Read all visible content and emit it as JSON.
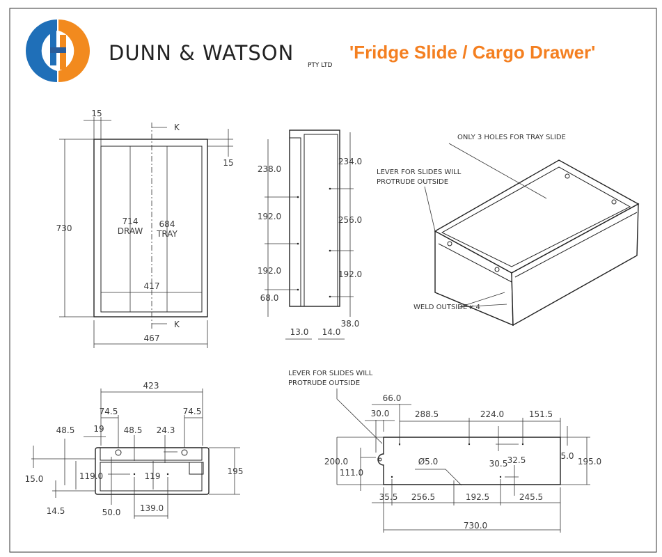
{
  "header": {
    "company": "DUNN & WATSON",
    "company_suffix": "PTY LTD",
    "title": "'Fridge Slide / Cargo Drawer'",
    "colors": {
      "title": "#f47f20",
      "logo_blue": "#1f6fb8",
      "logo_orange": "#f28a1e"
    }
  },
  "front_view": {
    "section_mark": "K",
    "dims": {
      "top_flange": "15",
      "right_flange": "15",
      "height": "730",
      "draw_depth": "714",
      "draw_label": "DRAW",
      "tray_depth": "684",
      "tray_label": "TRAY",
      "inner_width": "417",
      "outer_width": "467"
    }
  },
  "side_view": {
    "left_dims": [
      "238.0",
      "192.0",
      "192.0",
      "68.0"
    ],
    "right_dims": [
      "234.0",
      "256.0",
      "192.0",
      "38.0"
    ],
    "bottom_dims": [
      "13.0",
      "14.0"
    ]
  },
  "iso_view": {
    "note_holes": "ONLY 3 HOLES FOR TRAY SLIDE",
    "note_lever_1": "LEVER FOR SLIDES WILL",
    "note_lever_2": "PROTRUDE OUTSIDE",
    "note_weld": "WELD OUTSIDE x 4"
  },
  "end_view": {
    "dims": {
      "overall": "423",
      "left_hole": "74.5",
      "right_hole": "74.5",
      "left_48": "48.5",
      "flange": "19",
      "mid_48": "48.5",
      "hole_offset": "24.3",
      "lip": "15.0",
      "left_119": "119.0",
      "mid_119": "119",
      "bottom_lip": "14.5",
      "hole_x": "50.0",
      "hole_spacing": "139.0",
      "height": "195"
    }
  },
  "plan_view": {
    "note_1": "LEVER FOR SLIDES WILL",
    "note_2": "PROTRUDE OUTSIDE",
    "dims": {
      "d66": "66.0",
      "d30": "30.0",
      "d288": "288.5",
      "d224": "224.0",
      "d151": "151.5",
      "d200": "200.0",
      "d111": "111.0",
      "dia": "Ø5.0",
      "d30_5": "30.5",
      "d32_5": "32.5",
      "d5": "5.0",
      "d195": "195.0",
      "d35": "35.5",
      "d256": "256.5",
      "d192": "192.5",
      "d245": "245.5",
      "d730": "730.0"
    }
  }
}
